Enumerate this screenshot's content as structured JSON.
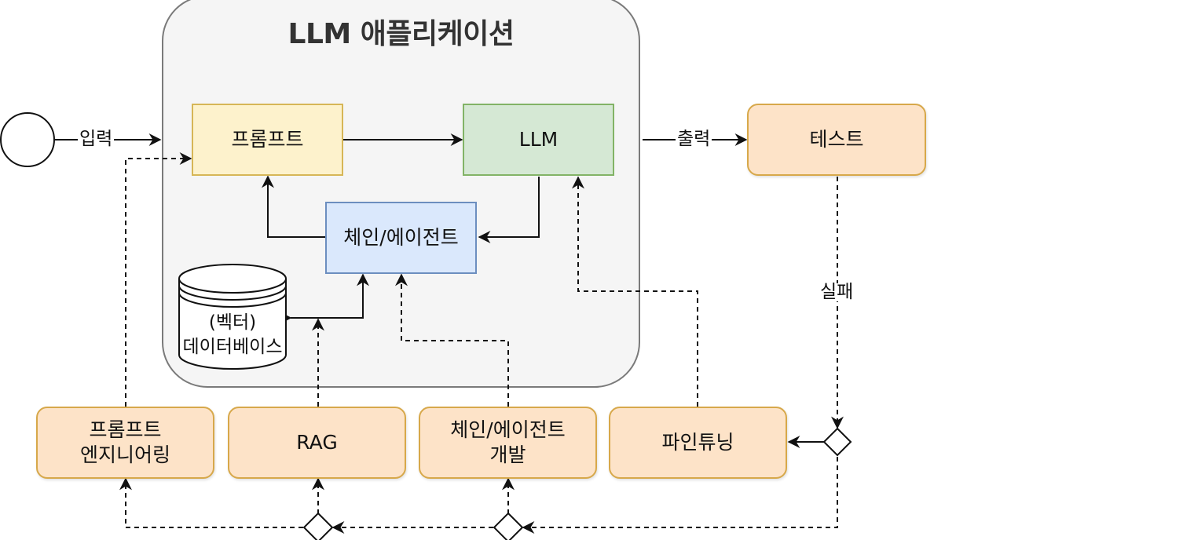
{
  "diagram": {
    "title": "LLM 애플리케이션",
    "nodes": {
      "prompt": "프롬프트",
      "llm": "LLM",
      "chain_agent": "체인/에이전트",
      "vector_db": "(벡터)\n데이터베이스",
      "test": "테스트",
      "prompt_engineering": "프롬프트\n엔지니어링",
      "rag": "RAG",
      "chain_agent_dev": "체인/에이전트\n개발",
      "fine_tuning": "파인튜닝"
    },
    "edge_labels": {
      "input": "입력",
      "output": "출력",
      "fail": "실패"
    },
    "colors": {
      "prompt_fill": "#fdf2cc",
      "llm_fill": "#d5e8d4",
      "chain_fill": "#dae8fc",
      "orange_fill": "#fde3c8",
      "container_fill": "#f5f5f5"
    }
  }
}
